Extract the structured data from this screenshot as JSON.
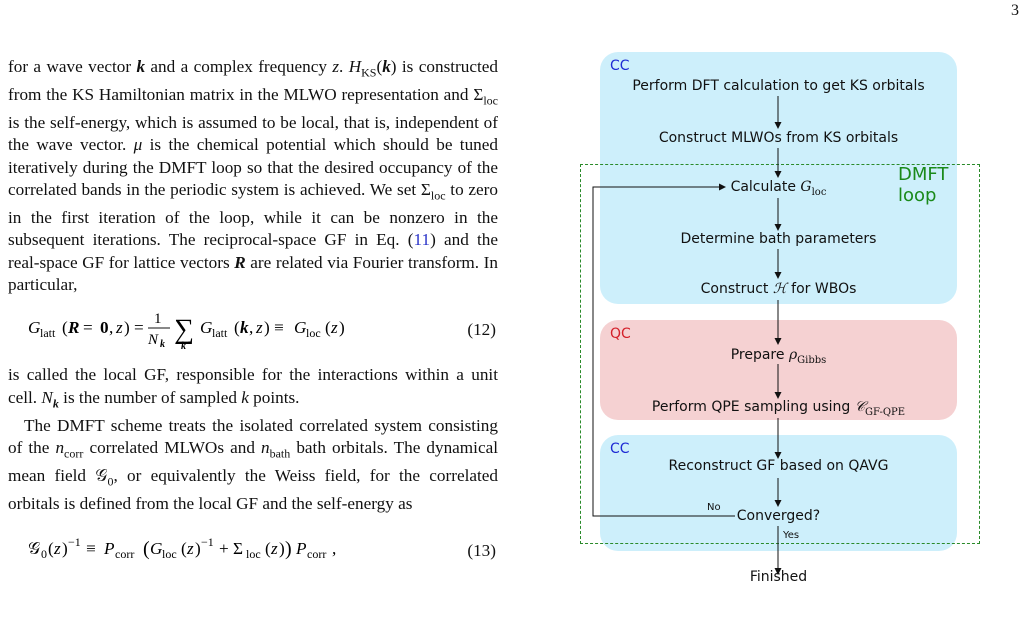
{
  "page": {
    "number": "3"
  },
  "text": {
    "p1": "for a wave vector k and a complex frequency z. H_KS(k) is constructed from the KS Hamiltonian matrix in the MLWO representation and Σ_loc is the self-energy, which is assumed to be local, that is, independent of the wave vector. μ is the chemical potential which should be tuned iteratively during the DMFT loop so that the desired occupancy of the correlated bands in the periodic system is achieved. We set Σ_loc to zero in the first iteration of the loop, while it can be nonzero in the subsequent iterations. The reciprocal-space GF in Eq. (11) and the real-space GF for lattice vectors R are related via Fourier transform. In particular,",
    "eq12_number": "(12)",
    "p2": "is called the local GF, responsible for the interactions within a unit cell. N_k is the number of sampled k points.",
    "p3": "The DMFT scheme treats the isolated correlated system consisting of the n_corr correlated MLWOs and n_bath bath orbitals. The dynamical mean field 𝒢_0, or equivalently the Weiss field, for the correlated orbitals is defined from the local GF and the self-energy as",
    "eq13_number": "(13)",
    "eq_ref": "11"
  },
  "flowchart": {
    "tags": {
      "cc1": "CC",
      "qc": "QC",
      "cc2": "CC"
    },
    "dmft_label": "DMFT loop",
    "steps": {
      "dft": "Perform DFT calculation to get KS orbitals",
      "mlwo": "Construct MLWOs from KS orbitals",
      "calc_g_prefix": "Calculate ",
      "bath": "Determine bath parameters",
      "construct_h_prefix": "Construct ",
      "construct_h_suffix": " for WBOs",
      "prepare": "Prepare ",
      "qpe_prefix": "Perform QPE sampling using ",
      "reconstruct": "Reconstruct GF based on QAVG",
      "converged": "Converged?",
      "finished": "Finished"
    },
    "labels": {
      "no": "No",
      "yes": "Yes"
    },
    "colors": {
      "cc": "#cdeffb",
      "qc": "#f5d1d2",
      "dmft": "#2a8a2a",
      "cc_tag": "#1f2bd4",
      "qc_tag": "#d4202a"
    }
  }
}
